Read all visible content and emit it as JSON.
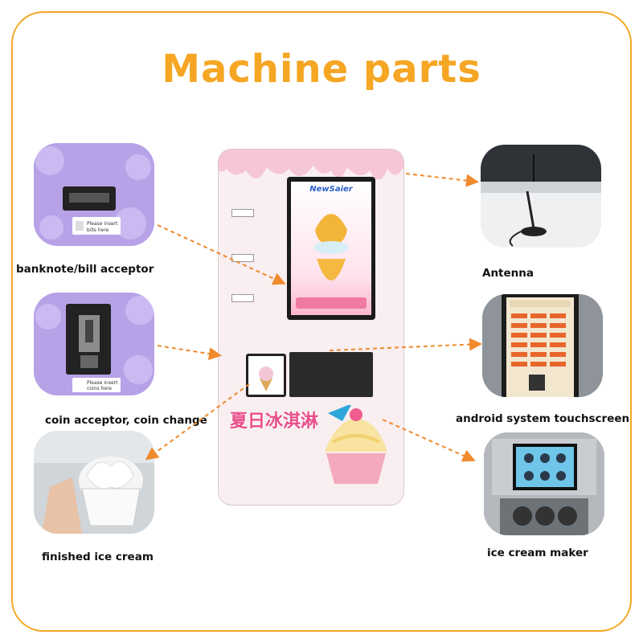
{
  "title": "Machine parts",
  "labels": {
    "banknote": "banknote/bill acceptor",
    "coin": "coin acceptor, coin change",
    "finished": "finished ice cream",
    "antenna": "Antenna",
    "touchscreen": "android system touchscreen",
    "maker": "ice cream maker"
  },
  "machine": {
    "brand": "NewSaier",
    "chinese_text": "夏日冰淇淋"
  },
  "colors": {
    "accent": "#f5a623",
    "arrow": "#ef8a2d",
    "purple": "#b9a0e6",
    "pink": "#e94e8a"
  }
}
